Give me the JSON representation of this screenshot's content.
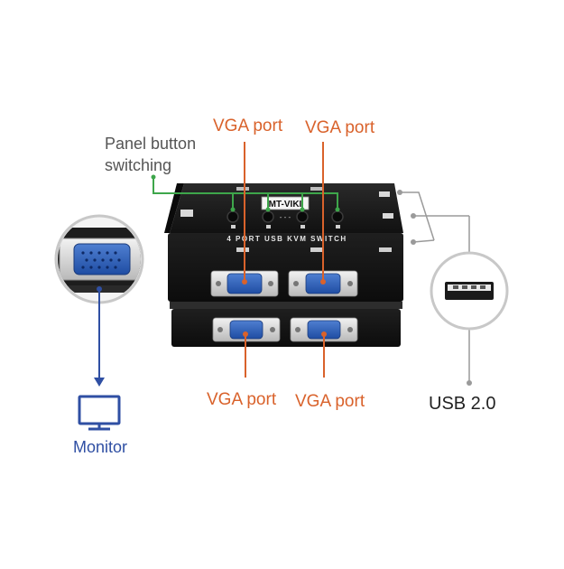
{
  "device": {
    "brand": "MT-VIKI",
    "model_text": "4 PORT USB KVM SWITCH",
    "button_count": 4
  },
  "callouts": {
    "panel_button": [
      "Panel button",
      "switching"
    ],
    "vga_top_left": "VGA port",
    "vga_top_right": "VGA port",
    "vga_bottom_left": "VGA port",
    "vga_bottom_right": "VGA port",
    "monitor": "Monitor",
    "usb": "USB 2.0"
  },
  "colors": {
    "orange": "#d9622b",
    "green": "#3ea64b",
    "blue": "#2f4fa3",
    "gray": "#999999",
    "device": "#1c1c1c"
  },
  "icons": [
    "monitor-icon",
    "usb-port-icon",
    "vga-connector-icon"
  ]
}
